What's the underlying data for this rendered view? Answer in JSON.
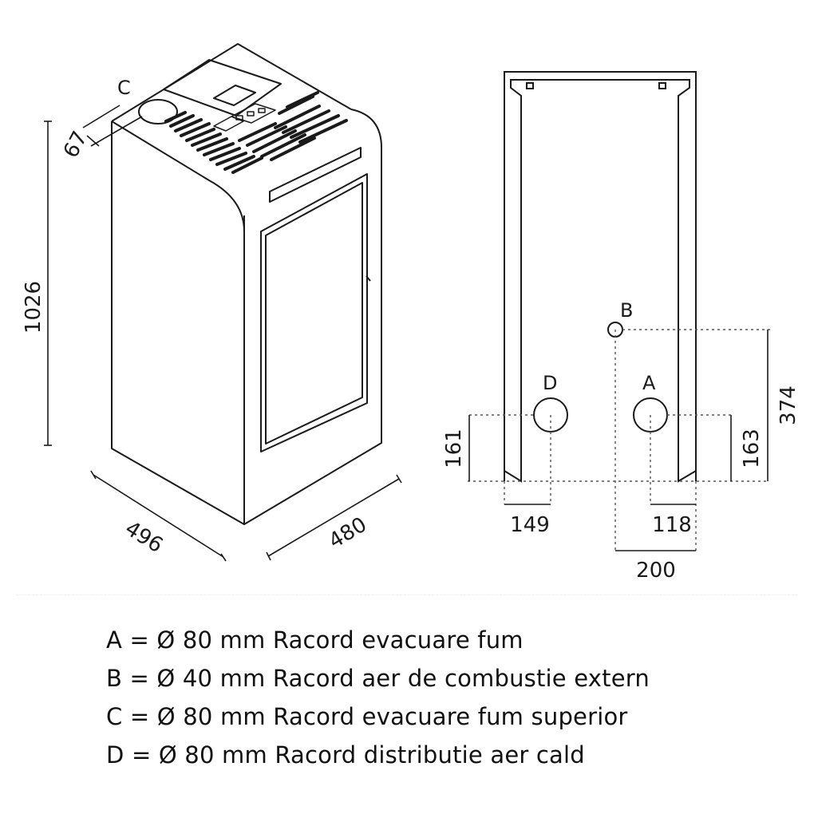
{
  "colors": {
    "line": "#1a1a1a",
    "text": "#111111",
    "background": "#ffffff"
  },
  "perspective_view": {
    "label_c": "C",
    "dim_height": "1026",
    "dim_c_offset": "67",
    "dim_depth": "496",
    "dim_width": "480"
  },
  "rear_view": {
    "label_a": "A",
    "label_b": "B",
    "label_d": "D",
    "dim_d_height": "161",
    "dim_a_height": "163",
    "dim_b_height": "374",
    "dim_d_offset": "149",
    "dim_a_offset": "118",
    "dim_b_offset": "200"
  },
  "legend": [
    "A = Ø 80 mm Racord evacuare fum",
    "B = Ø 40 mm Racord aer de combustie extern",
    "C = Ø 80 mm Racord evacuare fum superior",
    "D = Ø 80 mm Racord distributie aer cald"
  ]
}
